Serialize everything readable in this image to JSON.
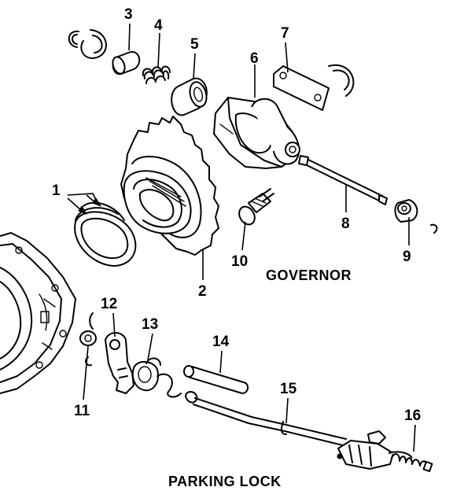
{
  "captions": {
    "governor": "GOVERNOR",
    "parking_lock": "PARKING LOCK"
  },
  "callouts": {
    "c1": "1",
    "c2": "2",
    "c3": "3",
    "c4": "4",
    "c5": "5",
    "c6": "6",
    "c7": "7",
    "c8": "8",
    "c9": "9",
    "c10": "10",
    "c11": "11",
    "c12": "12",
    "c13": "13",
    "c14": "14",
    "c15": "15",
    "c16": "16"
  },
  "colors": {
    "ink": "#000000",
    "background": "#ffffff"
  }
}
